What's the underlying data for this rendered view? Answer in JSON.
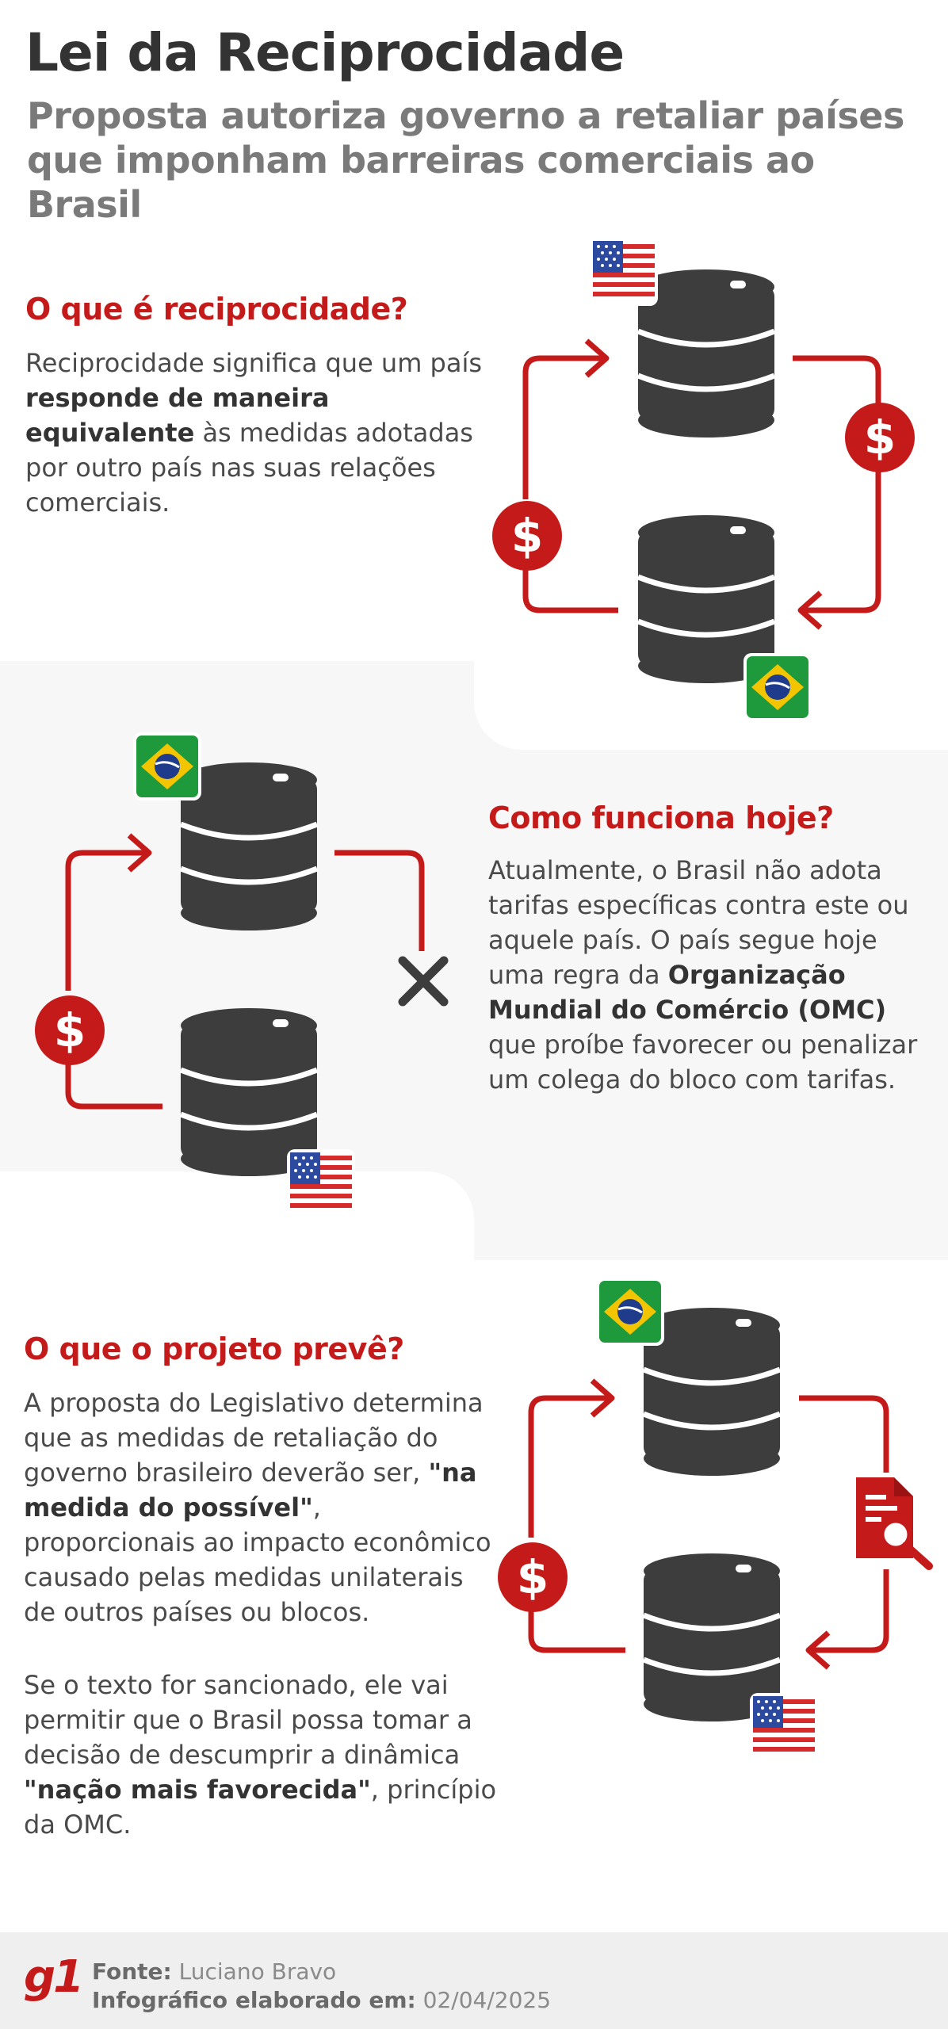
{
  "title": "Lei da Reciprocidade",
  "subtitle": "Proposta autoriza governo a retaliar países que imponham barreiras comerciais ao Brasil",
  "section1": {
    "heading": "O que é reciprocidade?",
    "p1": "Reciprocidade significa que um país",
    "p1_bold": "responde de maneira equivalente",
    "p1_end": "às medidas adotadas por outro país nas suas relações comerciais."
  },
  "section2": {
    "heading": "Como funciona hoje?",
    "p1": "Atualmente, o Brasil não adota tarifas específicas contra este ou aquele país. O país segue hoje uma regra da",
    "p1_bold": "Organização Mundial do Comércio (OMC)",
    "p1_end": "que proíbe favorecer ou penalizar um colega do bloco com tarifas."
  },
  "section3": {
    "heading": "O que o projeto prevê?",
    "p1": "A proposta do Legislativo determina que as medidas de retaliação do governo brasileiro deverão ser,",
    "p1_bold": "\"na medida do possível\"",
    "p1_end": ", proporcionais ao impacto econômico causado pelas medidas unilaterais de outros países ou blocos.",
    "p2": "Se o texto for sancionado, ele vai permitir que o Brasil possa tomar a decisão de descumprir a dinâmica",
    "p2_bold": "\"nação mais favorecida\"",
    "p2_end": ", princípio da OMC."
  },
  "footer": {
    "logo": "g1",
    "source_label": "Fonte:",
    "source_value": "Luciano Bravo",
    "date_label": "Infográfico elaborado em:",
    "date_value": "02/04/2025"
  },
  "icons": {
    "dollar": "$",
    "barrel": "barrel-icon",
    "flag_us": "us-flag-icon",
    "flag_br": "brazil-flag-icon",
    "blocked": "x-icon",
    "document_search": "document-search-icon"
  },
  "colors": {
    "accent_red": "#c41a1a",
    "barrel": "#3d3d3d",
    "title": "#333333",
    "subtitle": "#7a7a7a",
    "band": "#f7f7f7"
  }
}
